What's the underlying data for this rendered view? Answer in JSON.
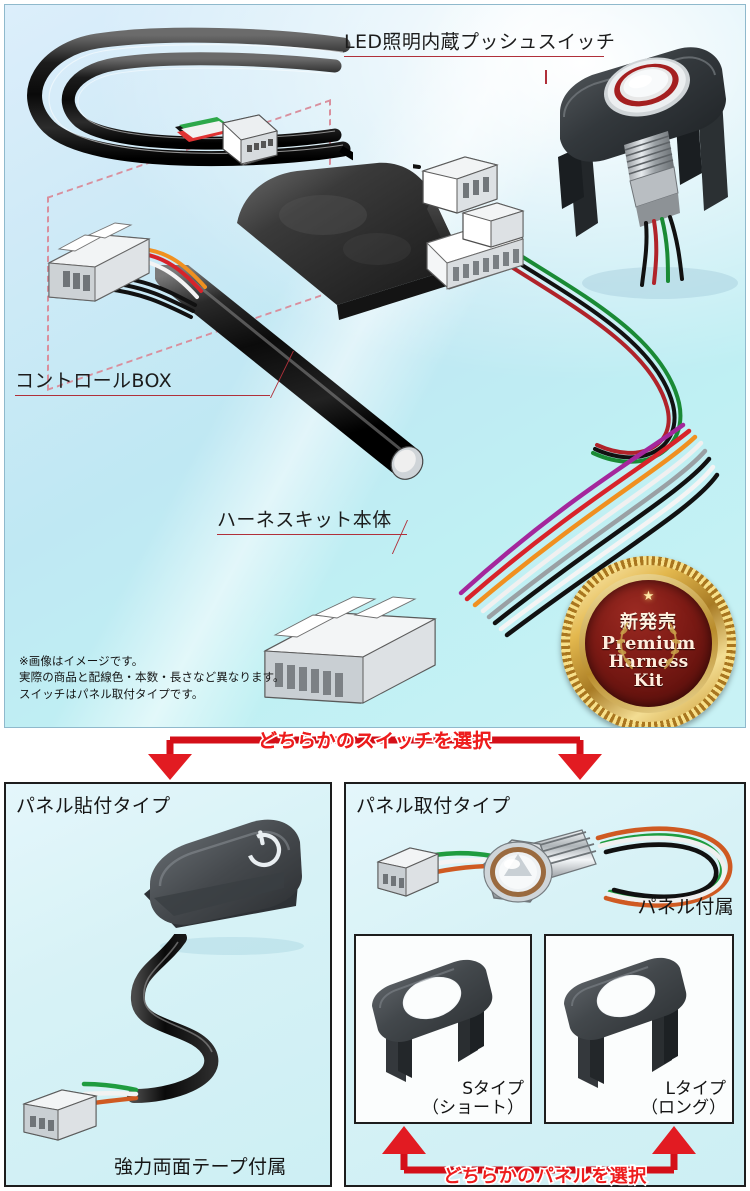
{
  "top_section": {
    "callouts": [
      {
        "id": "led-push-switch",
        "text": "LED照明内蔵プッシュスイッチ"
      },
      {
        "id": "control-box",
        "text": "コントロールBOX"
      },
      {
        "id": "harness-kit-body",
        "text": "ハーネスキット本体"
      }
    ],
    "disclaimer": "※画像はイメージです。\n実際の商品と配線色・本数・長さなど異なります。\nスイッチはパネル取付タイプです。",
    "badge": {
      "jp_label": "新発売",
      "line1": "Premium",
      "line2": "Harness",
      "line3": "Kit",
      "star": "★",
      "gold_color": "#d8a83a",
      "face_color": "#7e1b15"
    }
  },
  "switch_selector": {
    "label": "どちらかのスイッチを選択",
    "accent_color": "#ee1d1d"
  },
  "bottom_left_panel": {
    "title": "パネル貼付タイプ",
    "note": "強力両面テープ付属",
    "switch_icon": "power-icon"
  },
  "bottom_right_panel": {
    "title": "パネル取付タイプ",
    "note": "パネル付属",
    "panels": [
      {
        "id": "s-type",
        "line1": "Sタイプ",
        "line2": "（ショート）"
      },
      {
        "id": "l-type",
        "line1": "Lタイプ",
        "line2": "（ロング）"
      }
    ],
    "panel_selector_label": "どちらかのパネルを選択"
  },
  "colors": {
    "background": "#c8ecf5",
    "leader_line": "#b0303a",
    "red_accent": "#ee1d1d",
    "ghost_outline": "#d98f9d"
  }
}
